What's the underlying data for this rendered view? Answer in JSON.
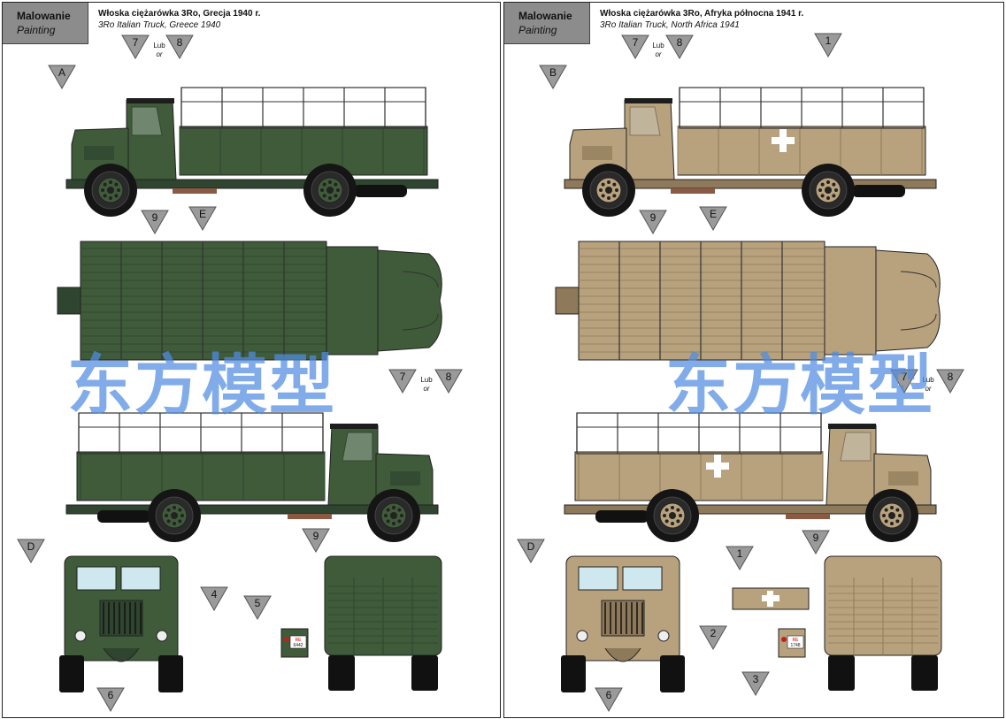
{
  "colors": {
    "green": "#3f5b3a",
    "green_dark": "#2f4530",
    "sand": "#b8a27e",
    "sand_dark": "#8e7a5a",
    "wheel": "#151515",
    "marker": "#9a9a9a",
    "watermark": "#5a8fe0"
  },
  "panels": [
    {
      "id": "greece",
      "tag_pl": "Malowanie",
      "tag_en": "Painting",
      "title": "Włoska ciężarówka 3Ro, Grecja 1940 r.",
      "subtitle": "3Ro Italian Truck, Greece 1940",
      "markers": [
        "7",
        "8",
        "A",
        "9",
        "E",
        "7",
        "8",
        "9",
        "D",
        "4",
        "5",
        "6"
      ],
      "lub": "Lub",
      "or": "or",
      "plate": [
        "RE",
        "6442"
      ]
    },
    {
      "id": "north-africa",
      "tag_pl": "Malowanie",
      "tag_en": "Painting",
      "title": "Włoska ciężarówka 3Ro, Afryka północna 1941 r.",
      "subtitle": "3Ro Italian Truck, North Africa 1941",
      "markers": [
        "7",
        "8",
        "1",
        "B",
        "9",
        "E",
        "7",
        "8",
        "1",
        "9",
        "D",
        "2",
        "3",
        "6"
      ],
      "lub": "Lub",
      "or": "or",
      "plate": [
        "RE",
        "1748"
      ]
    }
  ],
  "watermark": "东方模型"
}
